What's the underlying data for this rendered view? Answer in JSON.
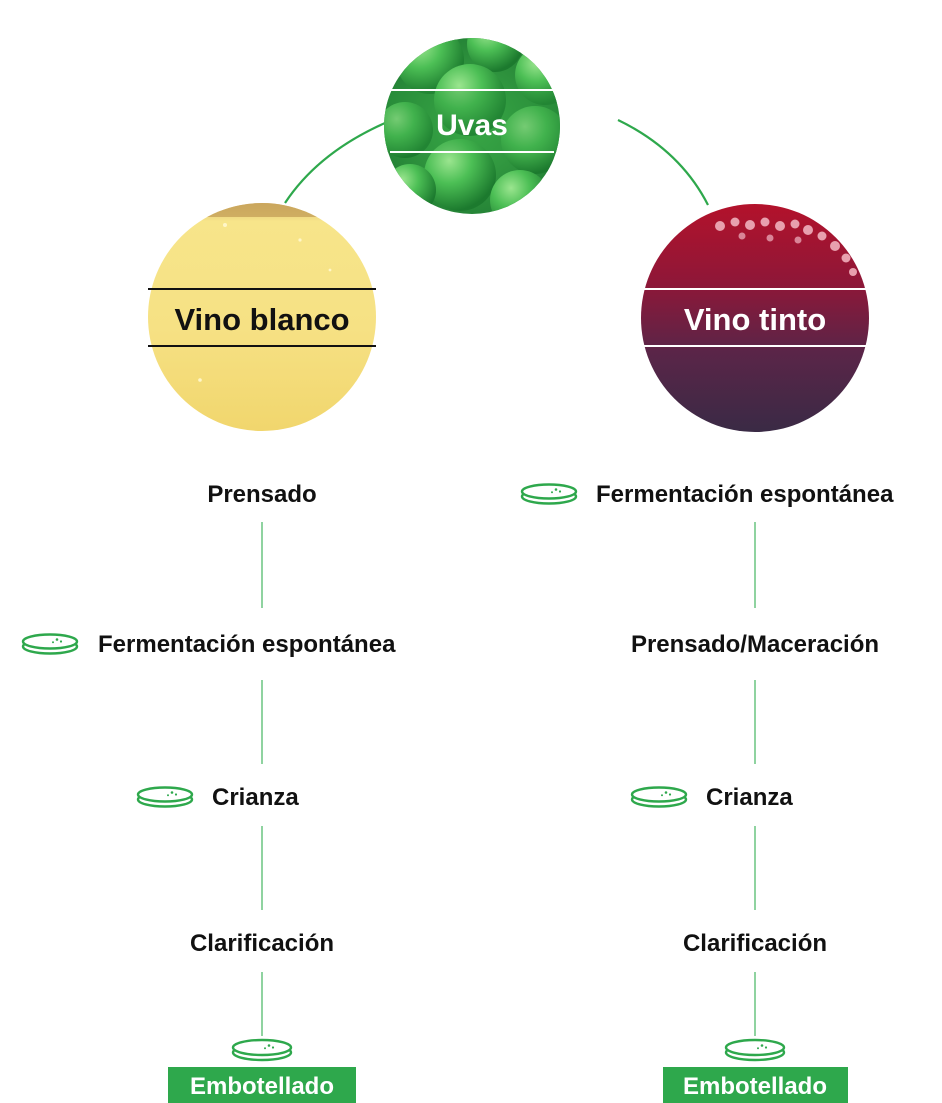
{
  "colors": {
    "accent_green": "#2ea84c",
    "connector_green": "#8fd3a0",
    "text": "#111111",
    "grapes_green": "#2f9a3e",
    "white_wine_yellow": "#f5dd78",
    "red_wine": "#8a1a3e"
  },
  "top_node": {
    "label": "Uvas",
    "image": "green-grapes"
  },
  "branches": {
    "white": {
      "label": "Vino blanco",
      "image": "white-wine",
      "steps": [
        {
          "label": "Prensado",
          "yeast_icon": false
        },
        {
          "label": "Fermentación espontánea",
          "yeast_icon": true
        },
        {
          "label": "Crianza",
          "yeast_icon": true
        },
        {
          "label": "Clarificación",
          "yeast_icon": false
        }
      ],
      "final": {
        "label": "Embotellado",
        "yeast_icon": true
      }
    },
    "red": {
      "label": "Vino tinto",
      "image": "red-wine",
      "steps": [
        {
          "label": "Fermentación espontánea",
          "yeast_icon": true
        },
        {
          "label": "Prensado/Maceración",
          "yeast_icon": false
        },
        {
          "label": "Crianza",
          "yeast_icon": true
        },
        {
          "label": "Clarificación",
          "yeast_icon": false
        }
      ],
      "final": {
        "label": "Embotellado",
        "yeast_icon": true
      }
    }
  }
}
